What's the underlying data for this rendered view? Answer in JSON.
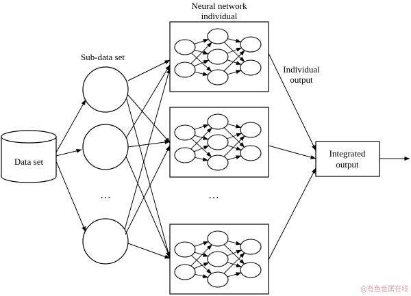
{
  "labels": {
    "network_title_line1": "Neural network",
    "network_title_line2": "individual",
    "subdata": "Sub-data set",
    "individual_output_line1": "Individual",
    "individual_output_line2": "output",
    "dataset": "Data set",
    "integrated_line1": "Integrated",
    "integrated_line2": "output",
    "ellipsis": "…"
  },
  "watermark": "@有色金属在线",
  "colors": {
    "stroke": "#000000",
    "background": "#ffffff",
    "watermark": "#d8a0a8"
  }
}
